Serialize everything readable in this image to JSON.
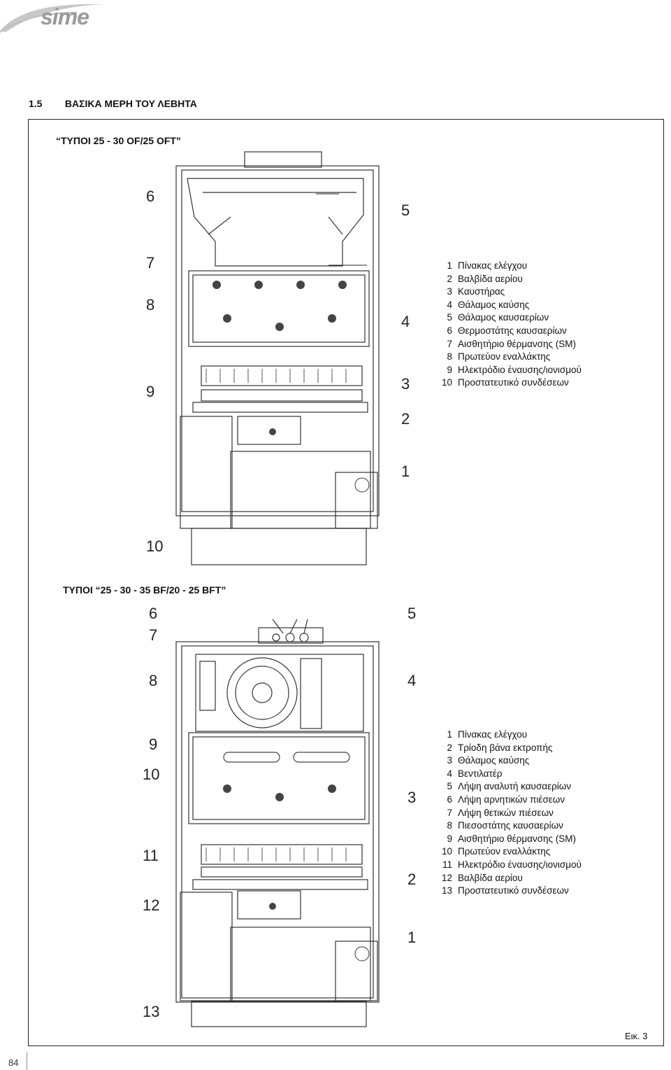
{
  "header": {
    "logo_text": "sime"
  },
  "section": {
    "number": "1.5",
    "title": "ΒΑΣΙΚΑ ΜΕΡΗ ΤΟΥ ΛΕΒΗΤΑ"
  },
  "figure_top": {
    "subtitle": "“ΤΥΠΟΙ 25 - 30 OF/25 OFT”",
    "callouts": [
      "6",
      "5",
      "7",
      "8",
      "4",
      "9",
      "3",
      "2",
      "1",
      "10"
    ],
    "legend": [
      {
        "n": "1",
        "text": "Πίνακας ελέγχου"
      },
      {
        "n": "2",
        "text": "Βαλβίδα αερίου"
      },
      {
        "n": "3",
        "text": "Καυστήρας"
      },
      {
        "n": "4",
        "text": "Θάλαμος καύσης"
      },
      {
        "n": "5",
        "text": "Θάλαμος καυσαερίων"
      },
      {
        "n": "6",
        "text": "Θερμοστάτης καυσαερίων"
      },
      {
        "n": "7",
        "text": "Αισθητήριο θέρμανσης (SM)"
      },
      {
        "n": "8",
        "text": "Πρωτεύον εναλλάκτης"
      },
      {
        "n": "9",
        "text": "Ηλεκτρόδιο έναυσης/ιονισμού"
      },
      {
        "n": "10",
        "text": "Προστατευτικό συνδέσεων"
      }
    ]
  },
  "figure_bottom": {
    "subtitle": "ΤΥΠΟΙ “25 - 30 - 35 BF/20 - 25 BFT”",
    "callouts": [
      "6",
      "5",
      "7",
      "8",
      "4",
      "9",
      "10",
      "3",
      "11",
      "2",
      "12",
      "1",
      "13"
    ],
    "legend": [
      {
        "n": "1",
        "text": "Πίνακας ελέγχου"
      },
      {
        "n": "2",
        "text": "Τρίοδη βάνα εκτροπής"
      },
      {
        "n": "3",
        "text": "Θάλαμος καύσης"
      },
      {
        "n": "4",
        "text": "Βεντιλατέρ"
      },
      {
        "n": "5",
        "text": "Λήψη αναλυτή καυσαερίων"
      },
      {
        "n": "6",
        "text": "Λήψη αρνητικών πιέσεων"
      },
      {
        "n": "7",
        "text": "Λήψη θετικών πιέσεων"
      },
      {
        "n": "8",
        "text": "Πιεσοστάτης καυσαερίων"
      },
      {
        "n": "9",
        "text": "Αισθητήριο θέρμανσης (SM)"
      },
      {
        "n": "10",
        "text": "Πρωτεύον εναλλάκτης"
      },
      {
        "n": "11",
        "text": "Ηλεκτρόδιο έναυσης/ιονισμού"
      },
      {
        "n": "12",
        "text": "Βαλβίδα αερίου"
      },
      {
        "n": "13",
        "text": "Προστατευτικό συνδέσεων"
      }
    ]
  },
  "figure_label": "Εικ. 3",
  "page_number": "84"
}
